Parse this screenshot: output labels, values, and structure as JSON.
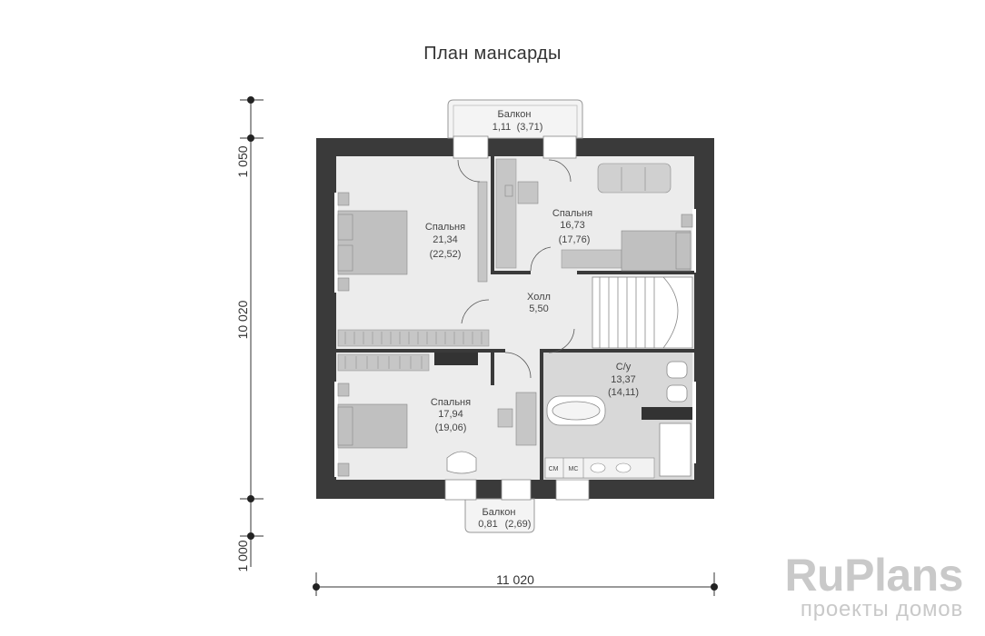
{
  "title": "План мансарды",
  "rooms": {
    "bedroom_1": {
      "name": "Спальня",
      "area": "21,34",
      "area_total": "(22,52)"
    },
    "bedroom_2": {
      "name": "Спальня",
      "area": "16,73",
      "area_total": "(17,76)"
    },
    "hall": {
      "name": "Холл",
      "area": "5,50"
    },
    "bathroom": {
      "name": "С/у",
      "area": "13,37",
      "area_total": "(14,11)"
    },
    "bedroom_3": {
      "name": "Спальня",
      "area": "17,94",
      "area_total": "(19,06)"
    },
    "balcony_top": {
      "name": "Балкон",
      "area": "1,11",
      "area_total": "(3,71)"
    },
    "balcony_bottom": {
      "name": "Балкон",
      "area": "0,81",
      "area_total": "(2,69)"
    }
  },
  "appliances": {
    "washer": "СМ",
    "dryer": "МС"
  },
  "dimensions": {
    "left_top": "1 050",
    "left_main": "10 020",
    "left_bottom": "1 000",
    "bottom": "11 020"
  },
  "logo": {
    "brand": "RuPlans",
    "tagline": "проекты домов"
  },
  "colors": {
    "wall": "#3a3a3a",
    "floor": "#ececec",
    "bath_floor": "#dcdcdc",
    "furniture": "#c2c2c2"
  }
}
